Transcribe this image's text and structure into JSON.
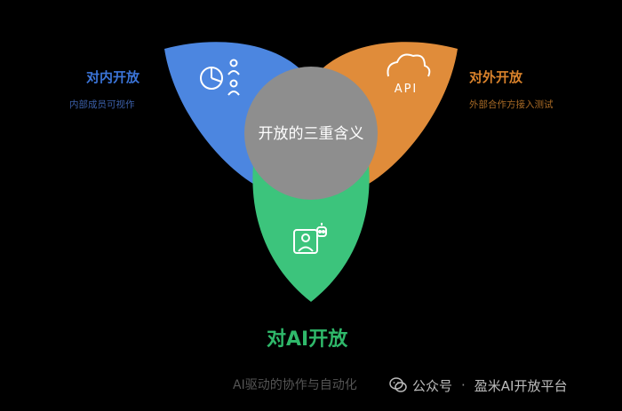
{
  "center": {
    "label": "开放的三重含义"
  },
  "petals": {
    "left": {
      "title": "对内开放",
      "description": "内部成员可视作",
      "color": "#4c86e0",
      "icon": "chart-users-icon"
    },
    "right": {
      "title": "对外开放",
      "description": "外部合作方接入测试",
      "color": "#e08c3a",
      "icon": "cloud-api-icon",
      "icon_text": "API"
    },
    "bottom": {
      "title": "对AI开放",
      "description": "AI驱动的协作与自动化",
      "color": "#3cc47c",
      "icon": "ai-bot-icon"
    }
  },
  "watermark": {
    "label_prefix": "公众号",
    "separator": "·",
    "account": "盈米AI开放平台",
    "icon": "wechat-icon"
  }
}
